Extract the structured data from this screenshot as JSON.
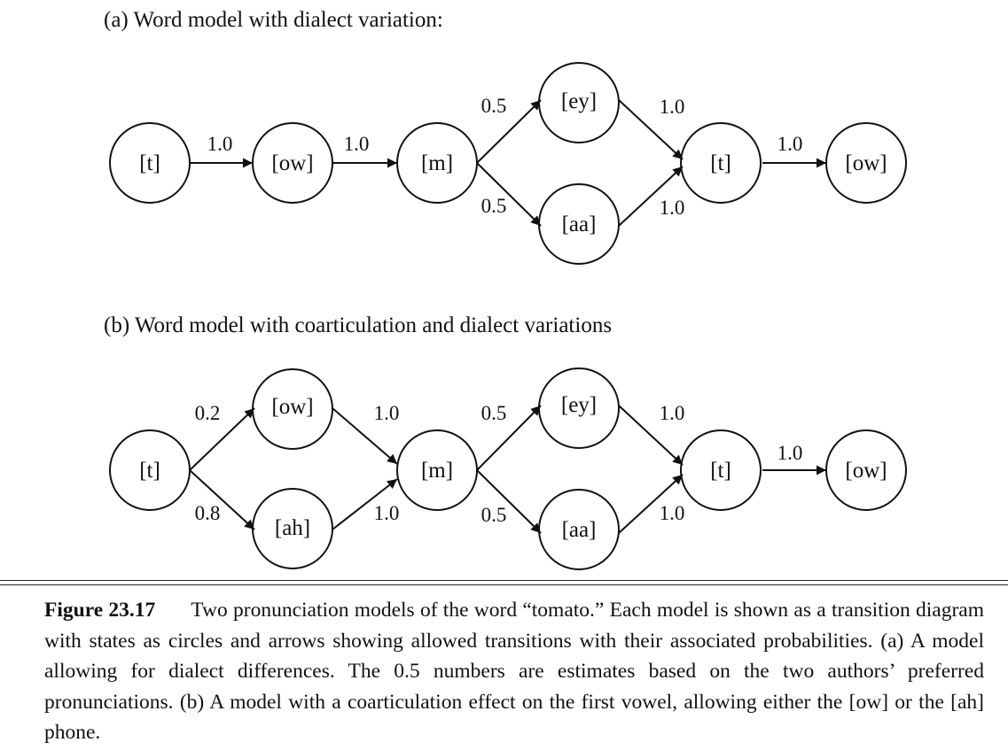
{
  "panel_a": {
    "title": "(a) Word model with dialect variation:",
    "states": [
      "[t]",
      "[ow]",
      "[m]",
      "[ey]",
      "[aa]",
      "[t]",
      "[ow]"
    ],
    "edge_labels": [
      "1.0",
      "1.0",
      "0.5",
      "0.5",
      "1.0",
      "1.0",
      "1.0"
    ]
  },
  "panel_b": {
    "title": "(b) Word model with coarticulation and dialect variations",
    "states": [
      "[t]",
      "[ow]",
      "[ah]",
      "[m]",
      "[ey]",
      "[aa]",
      "[t]",
      "[ow]"
    ],
    "edge_labels": [
      "0.2",
      "0.8",
      "1.0",
      "1.0",
      "0.5",
      "0.5",
      "1.0",
      "1.0",
      "1.0"
    ]
  },
  "caption": {
    "figure_number": "Figure 23.17",
    "text": "Two pronunciation models of the word “tomato.” Each model is shown as a transition diagram with states as circles and arrows showing allowed transitions with their associated probabilities. (a) A model allowing for dialect differences. The 0.5 numbers are estimates based on the two authors’ preferred pronunciations. (b) A model with a coarticulation effect on the first vowel, allowing either the [ow] or the [ah] phone."
  }
}
